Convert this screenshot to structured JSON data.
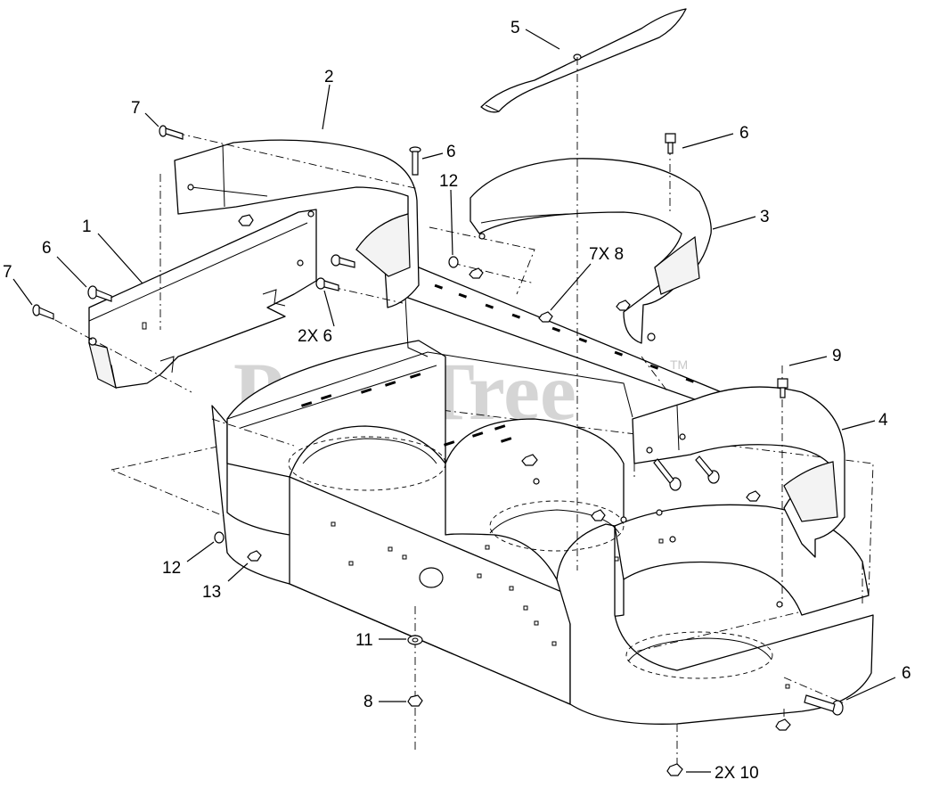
{
  "watermark": {
    "text": "PartsTree",
    "trademark": "TM"
  },
  "callouts": [
    {
      "id": "c-5",
      "label": "5"
    },
    {
      "id": "c-2",
      "label": "2"
    },
    {
      "id": "c-7a",
      "label": "7"
    },
    {
      "id": "c-6a",
      "label": "6"
    },
    {
      "id": "c-6b",
      "label": "6"
    },
    {
      "id": "c-12a",
      "label": "12"
    },
    {
      "id": "c-3",
      "label": "3"
    },
    {
      "id": "c-1",
      "label": "1"
    },
    {
      "id": "c-6c",
      "label": "6"
    },
    {
      "id": "c-7b",
      "label": "7"
    },
    {
      "id": "c-7x8",
      "label": "7X 8"
    },
    {
      "id": "c-2x6",
      "label": "2X 6"
    },
    {
      "id": "c-9",
      "label": "9"
    },
    {
      "id": "c-4",
      "label": "4"
    },
    {
      "id": "c-12b",
      "label": "12"
    },
    {
      "id": "c-13",
      "label": "13"
    },
    {
      "id": "c-11",
      "label": "11"
    },
    {
      "id": "c-8",
      "label": "8"
    },
    {
      "id": "c-6d",
      "label": "6"
    },
    {
      "id": "c-2x10",
      "label": "2X 10"
    }
  ]
}
